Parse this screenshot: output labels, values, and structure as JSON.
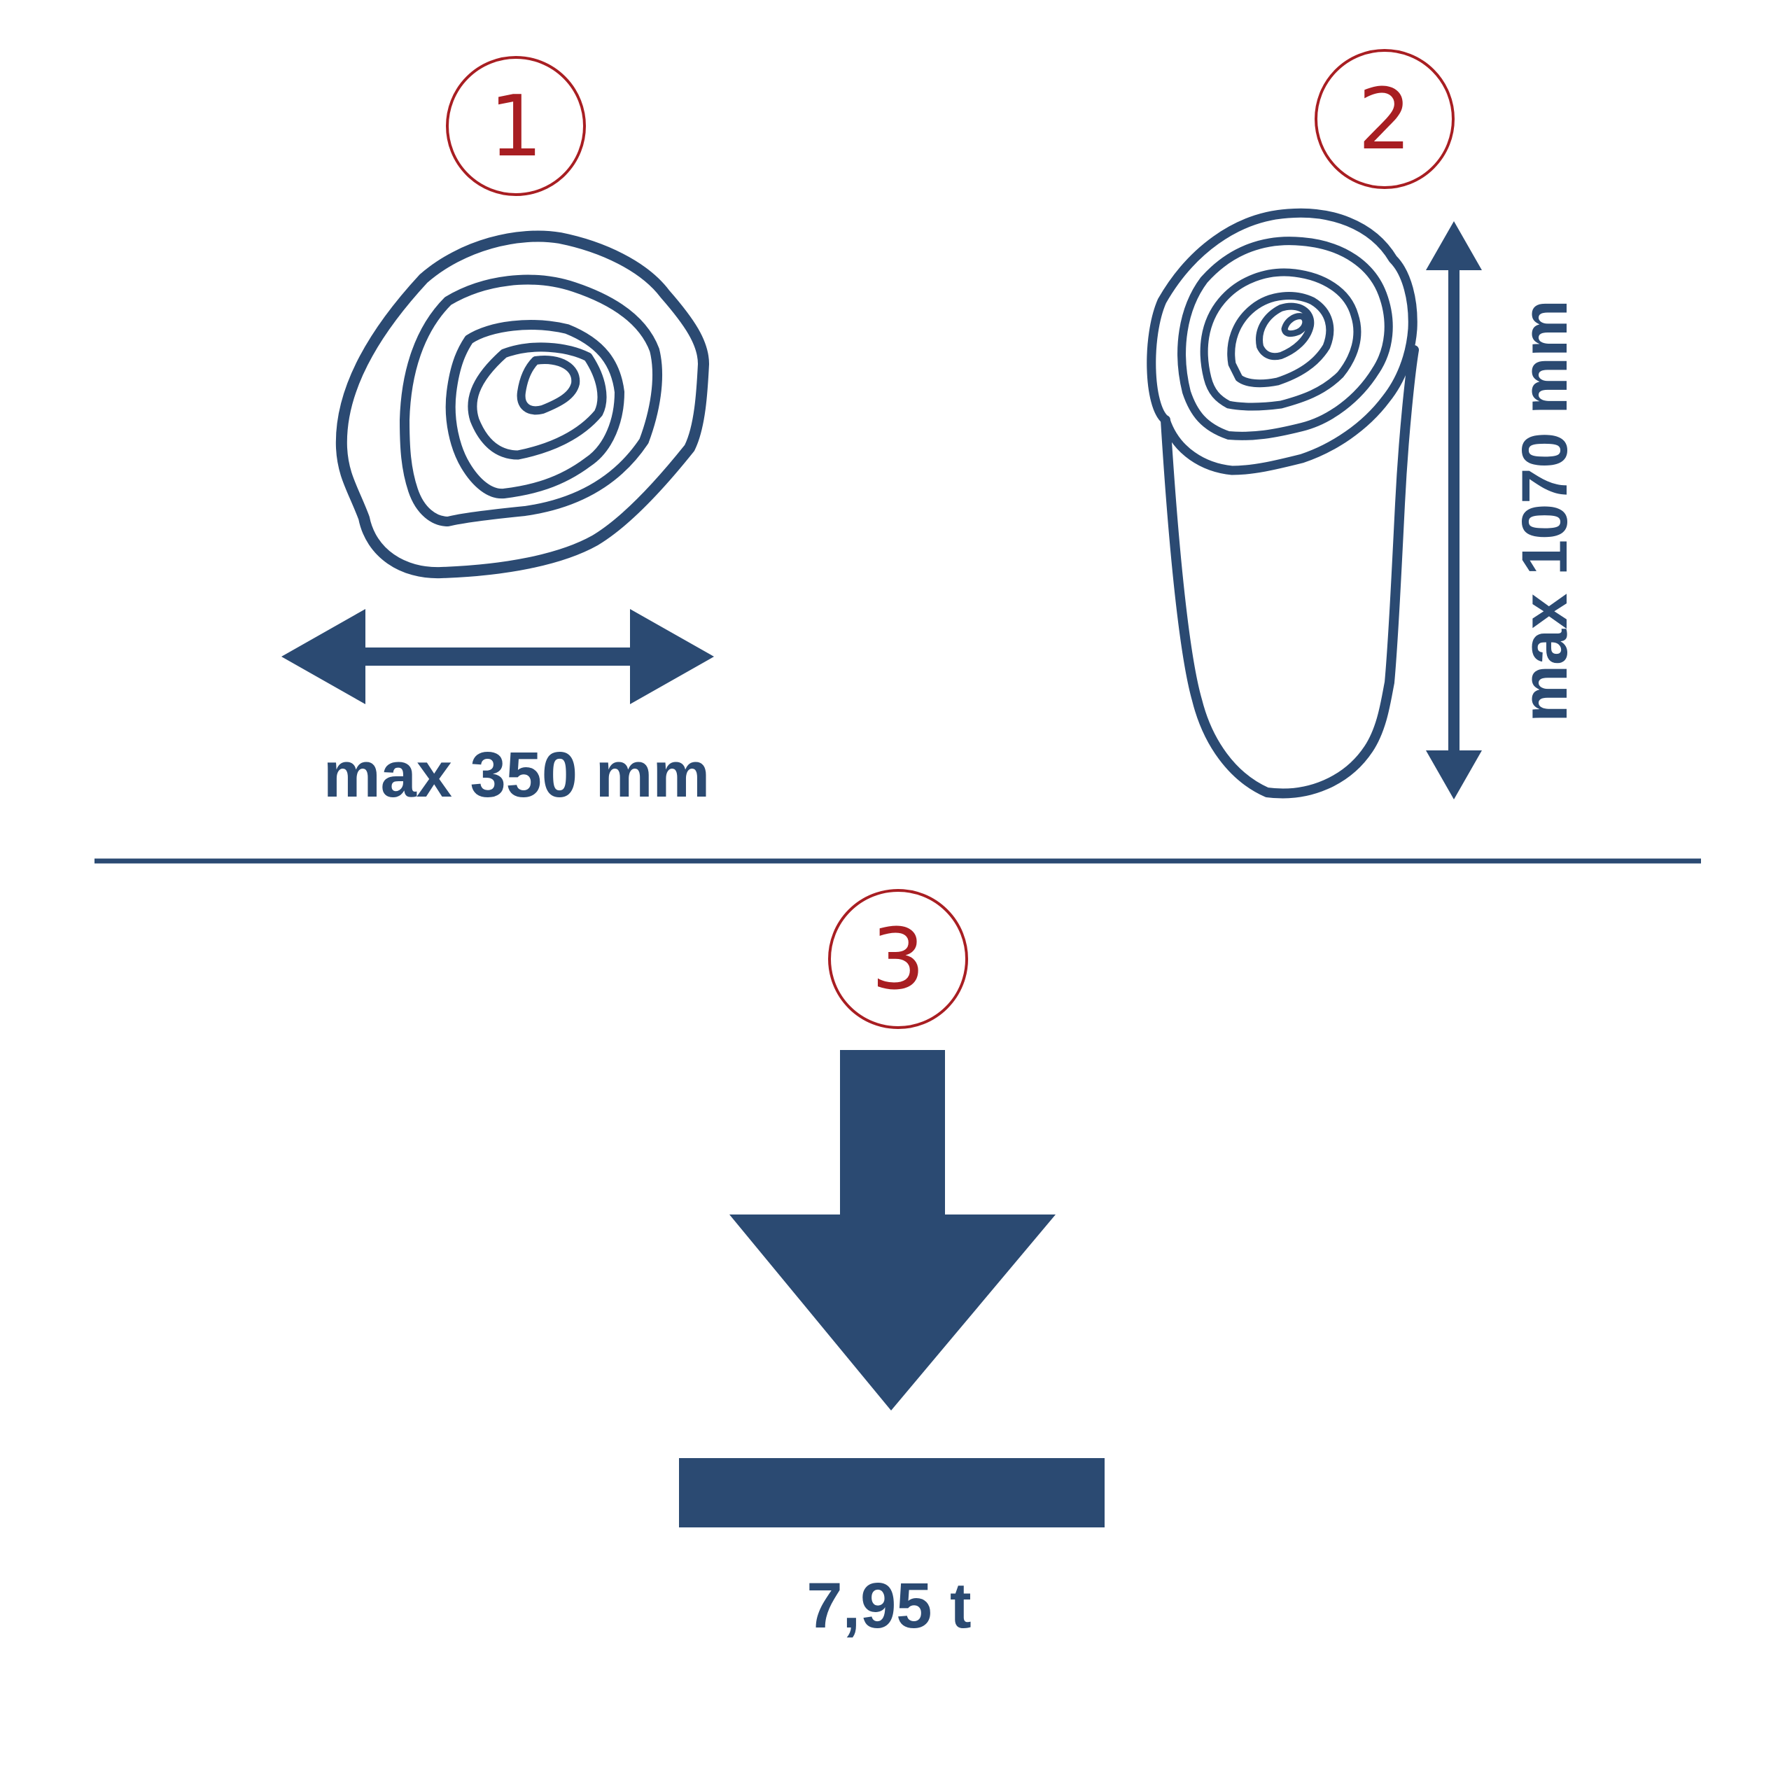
{
  "colors": {
    "primary": "#2b4a72",
    "badge": "#a81e22",
    "background": "#ffffff"
  },
  "panel1": {
    "badge": "1",
    "label": "max 350 mm",
    "icon": "log-cross-section-icon",
    "arrow": "double-arrow-horizontal-icon"
  },
  "panel2": {
    "badge": "2",
    "label": "max 1070 mm",
    "icon": "log-side-view-icon",
    "arrow": "double-arrow-vertical-icon"
  },
  "panel3": {
    "badge": "3",
    "label": "7,95 t",
    "icon": "downforce-arrow-icon"
  }
}
